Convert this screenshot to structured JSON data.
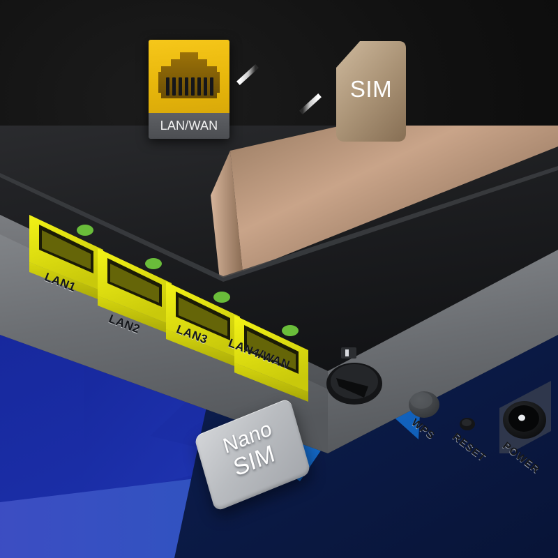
{
  "scene": {
    "title": "Router rear panel — LAN/WAN to SIM feature graphic",
    "background_color": "#0a0a0a"
  },
  "infographic": {
    "lan_icon": {
      "label": "LAN/WAN",
      "icon_name": "rj45-port-icon",
      "tile_color": "#e8b70c",
      "label_bar_color": "#525458",
      "pin_count": 8
    },
    "exchange_arrows": {
      "icon_name": "bidirectional-exchange-arrows-icon",
      "top_arrow_direction": "left",
      "bottom_arrow_direction": "right",
      "color": "#ffffff"
    },
    "sim_icon": {
      "label": "SIM",
      "icon_name": "sim-card-icon",
      "color": "#b79f7f"
    }
  },
  "router": {
    "chassis_color": "#1d1f22",
    "accent_strip_color": "#b08e72",
    "panel_color": "#6d7074",
    "ports": [
      {
        "label": "LAN1",
        "color": "#e8e80f",
        "led": "#6abd3a"
      },
      {
        "label": "LAN2",
        "color": "#e8e80f",
        "led": "#6abd3a"
      },
      {
        "label": "LAN3",
        "color": "#e8e80f",
        "led": "#6abd3a"
      },
      {
        "label": "LAN4/WAN",
        "color": "#e8e80f",
        "led": "#6abd3a"
      }
    ],
    "controls": [
      {
        "label": "WPS",
        "type": "button"
      },
      {
        "label": "RESET",
        "type": "pinhole"
      },
      {
        "label": "POWER",
        "type": "dc-jack"
      }
    ],
    "sim_slot": {
      "name": "sim-card-slot"
    }
  },
  "nano_sim": {
    "line1": "Nano",
    "line2": "SIM",
    "body_color": "#bcbfc3"
  },
  "blue_graphic": {
    "deep_blue": "#1a2fa8",
    "navy": "#0c1c4a",
    "bright_blue": "#1368c8",
    "violet_blue": "#3a4ec0"
  }
}
